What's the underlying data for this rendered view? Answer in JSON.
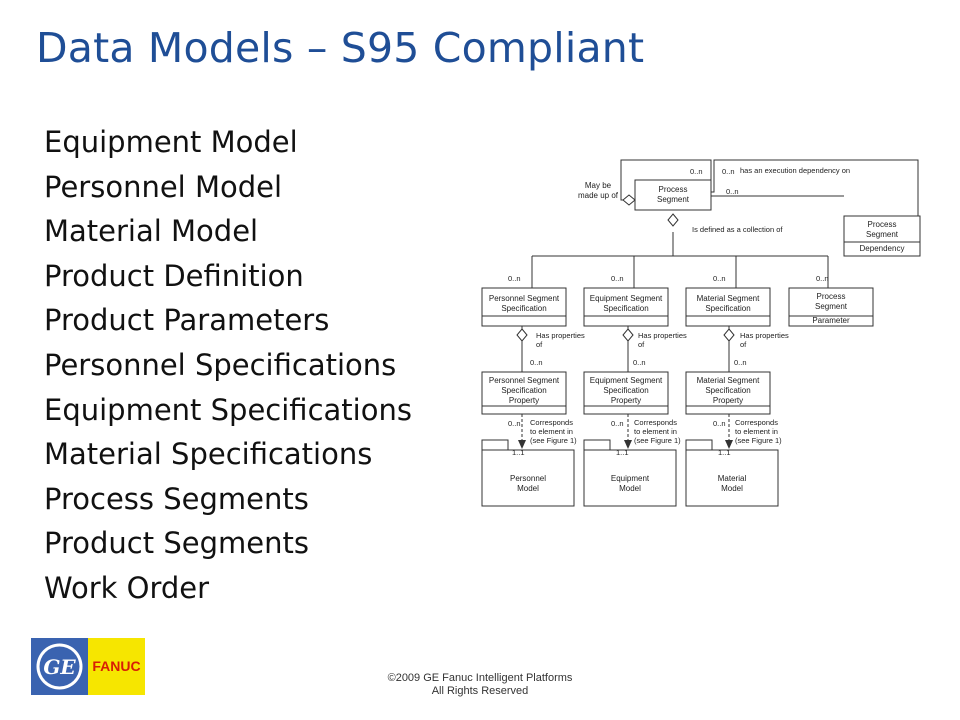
{
  "slide": {
    "title": "Data Models – S95 Compliant",
    "bullets": [
      "Equipment Model",
      "Personnel Model",
      "Material Model",
      "Product Definition",
      "Product Parameters",
      "Personnel Specifications",
      "Equipment Specifications",
      "Material Specifications",
      "Process Segments",
      "Product Segments",
      "Work Order"
    ]
  },
  "diagram": {
    "process_segment": [
      "Process",
      "Segment"
    ],
    "dependency": [
      "Process",
      "Segment",
      "Dependency"
    ],
    "may_be_made_up_of": [
      "May be",
      "made up of"
    ],
    "execution_dependency": "has an execution dependency on",
    "collection": "Is defined as a collection of",
    "specs": [
      [
        "Personnel Segment",
        "Specification"
      ],
      [
        "Equipment Segment",
        "Specification"
      ],
      [
        "Material Segment",
        "Specification"
      ]
    ],
    "parameter": [
      "Process",
      "Segment",
      "Parameter"
    ],
    "has_properties": [
      "Has properties",
      "of"
    ],
    "properties": [
      [
        "Personnel Segment",
        "Specification",
        "Property"
      ],
      [
        "Equipment Segment",
        "Specification",
        "Property"
      ],
      [
        "Material Segment",
        "Specification",
        "Property"
      ]
    ],
    "corresponds": [
      "Corresponds",
      "to element in",
      "(see Figure 1)"
    ],
    "models": [
      [
        "Personnel",
        "Model"
      ],
      [
        "Equipment",
        "Model"
      ],
      [
        "Material",
        "Model"
      ]
    ],
    "mult_many": "0..n",
    "mult_one": "1..1"
  },
  "footer": {
    "line1": "©2009 GE Fanuc Intelligent Platforms",
    "line2": "All Rights Reserved"
  },
  "logo": {
    "ge": "GE",
    "fanuc": "FANUC",
    "colors": {
      "ge_blue": "#3a63b0",
      "fanuc_yellow": "#f6e600",
      "fanuc_red": "#d81e05"
    }
  }
}
